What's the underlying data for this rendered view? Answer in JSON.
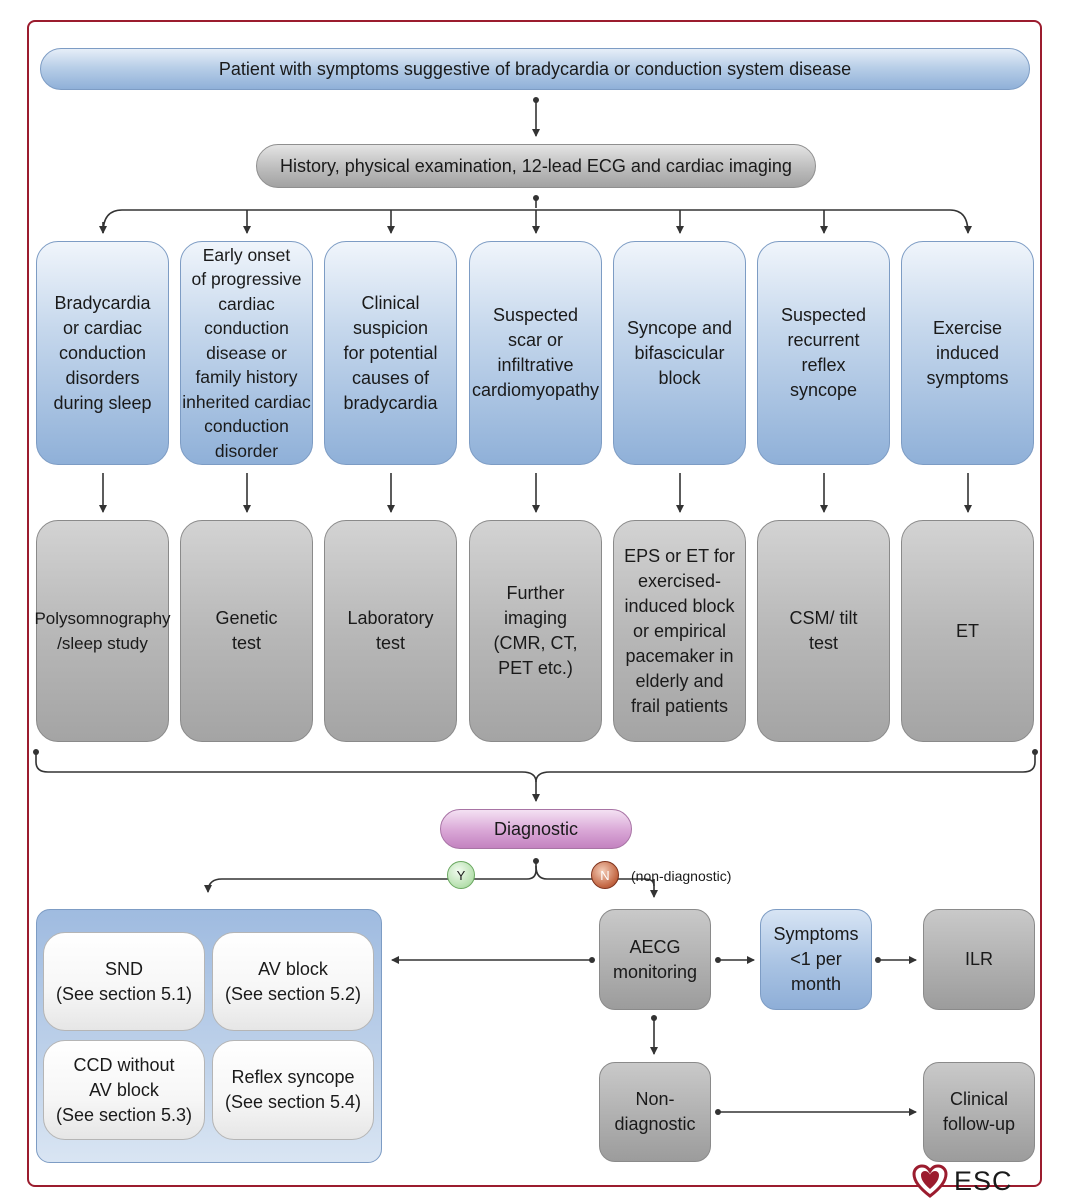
{
  "top": "Patient with symptoms suggestive of bradycardia or conduction system disease",
  "history": "History, physical examination, 12-lead ECG and cardiac imaging",
  "indications": [
    "Bradycardia\nor cardiac\nconduction\ndisorders\nduring sleep",
    "Early onset\nof progressive\ncardiac\nconduction\ndisease or\nfamily history\ninherited cardiac\nconduction\ndisorder",
    "Clinical\nsuspicion\nfor potential\ncauses of\nbradycardia",
    "Suspected\nscar or\ninfiltrative\ncardiomyopathy",
    "Syncope and\nbifascicular\nblock",
    "Suspected\nrecurrent\nreflex\nsyncope",
    "Exercise\ninduced\nsymptoms"
  ],
  "tests": [
    "Polysomnography\n/sleep study",
    "Genetic\ntest",
    "Laboratory\ntest",
    "Further\nimaging\n(CMR, CT,\nPET etc.)",
    "EPS or ET for\nexercised-\ninduced block\nor empirical\npacemaker in\nelderly and\nfrail patients",
    "CSM/ tilt\ntest",
    "ET"
  ],
  "diagnostic": "Diagnostic",
  "yes_badge": "Y",
  "no_badge": "N",
  "no_note": "(non-diagnostic)",
  "results": {
    "snd": "SND\n(See section 5.1)",
    "av_block": "AV block\n(See section 5.2)",
    "ccd": "CCD without\nAV block\n(See section 5.3)",
    "reflex": "Reflex syncope\n(See section 5.4)"
  },
  "aecg": "AECG\nmonitoring",
  "symptoms": "Symptoms\n<1 per\nmonth",
  "ilr": "ILR",
  "non_diagnostic": "Non-\ndiagnostic",
  "followup": "Clinical\nfollow-up",
  "logo_text": "ESC",
  "colors": {
    "frame": "#9b1c2e",
    "blue": "#8fb0d8",
    "gray": "#a4a4a4",
    "purple": "#c383c0",
    "yes": "#86c57b",
    "no": "#9a3f24"
  }
}
